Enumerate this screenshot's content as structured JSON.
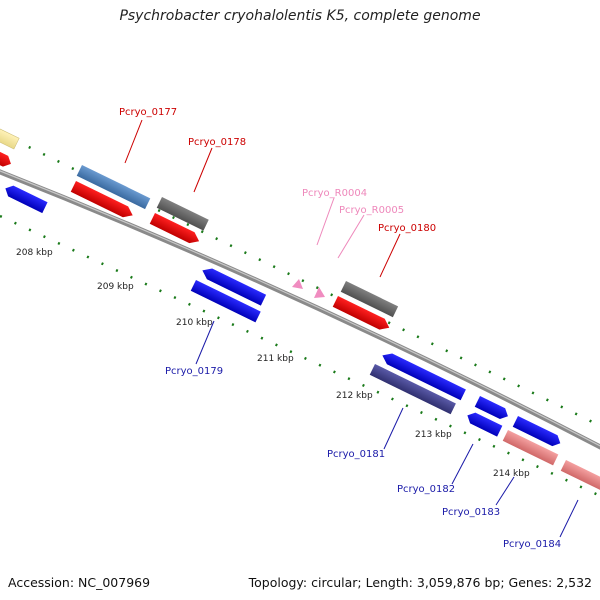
{
  "title": "Psychrobacter cryohalolentis K5, complete genome",
  "accession": "Accession: NC_007969",
  "summary": "Topology: circular; Length: 3,059,876 bp; Genes: 2,532",
  "colors": {
    "backbone": "#8a8a8a",
    "tick": "#1a7a1a",
    "label_red": "#cc0000",
    "label_blue": "#1a1aa8",
    "label_pink": "#ee88bb"
  },
  "kbp_labels": [
    "208 kbp",
    "209 kbp",
    "210 kbp",
    "211 kbp",
    "212 kbp",
    "213 kbp",
    "214 kbp"
  ],
  "gene_labels": [
    {
      "text": "Pcryo_0177",
      "color": "red"
    },
    {
      "text": "Pcryo_0178",
      "color": "red"
    },
    {
      "text": "Pcryo_R0004",
      "color": "pink"
    },
    {
      "text": "Pcryo_R0005",
      "color": "pink"
    },
    {
      "text": "Pcryo_0180",
      "color": "red"
    },
    {
      "text": "Pcryo_0179",
      "color": "blue"
    },
    {
      "text": "Pcryo_0181",
      "color": "blue"
    },
    {
      "text": "Pcryo_0182",
      "color": "blue"
    },
    {
      "text": "Pcryo_0183",
      "color": "blue"
    },
    {
      "text": "Pcryo_0184",
      "color": "blue"
    }
  ]
}
